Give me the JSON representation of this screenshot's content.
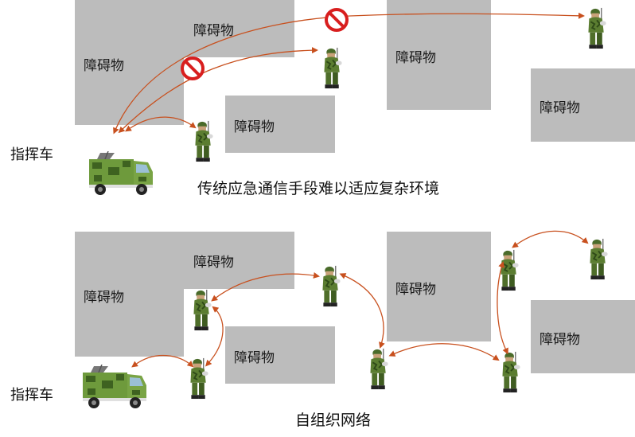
{
  "top": {
    "obstacle_label": "障碍物",
    "command_label": "指挥车",
    "caption": "传统应急通信手段难以适应复杂环境"
  },
  "bottom": {
    "obstacle_label": "障碍物",
    "command_label": "指挥车",
    "caption": "自组织网络"
  },
  "colors": {
    "obstacle": "#bcbcbc",
    "arrow": "#c8501e",
    "noentry": "#d81e1e"
  },
  "icons": [
    "soldier-radio-icon",
    "command-vehicle-icon",
    "no-entry-icon"
  ]
}
